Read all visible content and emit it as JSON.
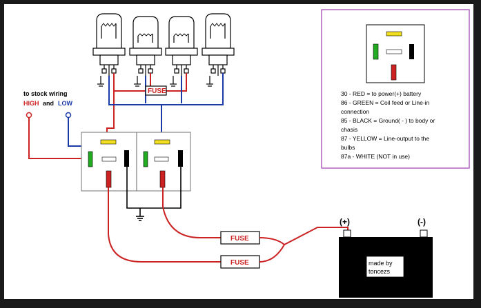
{
  "labels": {
    "stock_wiring": "to stock wiring",
    "high": "HIGH",
    "and": "and",
    "low": "LOW",
    "fuse_top": "FUSE",
    "fuse_1": "FUSE",
    "fuse_2": "FUSE",
    "battery_pos": "(+)",
    "battery_neg": "(-)",
    "credit_line1": "made by",
    "credit_line2": "toncezs"
  },
  "legend": {
    "line1": "30 - RED = to power(+) battery",
    "line2": "86 - GREEN = Coil feed or Line-in",
    "line3": "connection",
    "line4": "85 - BLACK = Ground( - ) to body or",
    "line5": "chasis",
    "line6": "87 - YELLOW = Line-output to the",
    "line7": "bulbs",
    "line8": "87a - WHITE (NOT in use)"
  },
  "colors": {
    "red_wire": "#cc2222",
    "blue_wire": "#1a3aa8",
    "black_wire": "#000000",
    "green_pin": "#22aa22",
    "yellow_pin": "#f2e020",
    "legend_border": "#b060c0",
    "frame": "#1a1a1a"
  }
}
